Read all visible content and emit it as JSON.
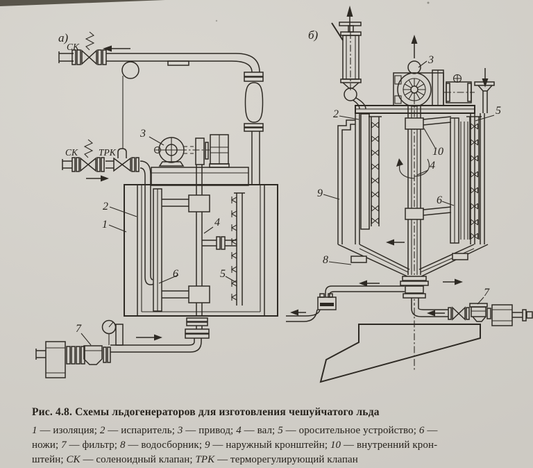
{
  "figure": {
    "title": "Рис. 4.8. Схемы льдогенераторов для изготовления чешуйчатого льда",
    "legend_lines": [
      [
        {
          "t": "1",
          "i": 1
        },
        {
          "t": " — изоляция; "
        },
        {
          "t": "2",
          "i": 1
        },
        {
          "t": " — испаритель; "
        },
        {
          "t": "3",
          "i": 1
        },
        {
          "t": " — привод; "
        },
        {
          "t": "4",
          "i": 1
        },
        {
          "t": " — вал; "
        },
        {
          "t": "5",
          "i": 1
        },
        {
          "t": " — оросительное устройство; "
        },
        {
          "t": "6",
          "i": 1
        },
        {
          "t": " —"
        }
      ],
      [
        {
          "t": "ножи; "
        },
        {
          "t": "7",
          "i": 1
        },
        {
          "t": " — фильтр; "
        },
        {
          "t": "8",
          "i": 1
        },
        {
          "t": " — водосборник; "
        },
        {
          "t": "9",
          "i": 1
        },
        {
          "t": " — наружный кронштейн; "
        },
        {
          "t": "10",
          "i": 1
        },
        {
          "t": " — внутренний крон-"
        }
      ],
      [
        {
          "t": "штейн; "
        },
        {
          "t": "СК",
          "i": 1
        },
        {
          "t": " — соленоидный клапан; "
        },
        {
          "t": "ТРК",
          "i": 1
        },
        {
          "t": " — терморегулирующий клапан"
        }
      ]
    ]
  },
  "diagram_a": {
    "panel": "а)",
    "valve_top": "СК",
    "valve_mid": "СК",
    "valve_trk": "ТРК",
    "callouts": {
      "c1": "1",
      "c2": "2",
      "c3": "3",
      "c4": "4",
      "c5": "5",
      "c6": "6",
      "c7": "7"
    }
  },
  "diagram_b": {
    "panel": "б)",
    "callouts": {
      "c2": "2",
      "c3": "3",
      "c4": "4",
      "c5": "5",
      "c6": "6",
      "c7": "7",
      "c8": "8",
      "c9": "9",
      "c10": "10"
    }
  },
  "colors": {
    "paper": "#d5d2cb",
    "ink": "#2e2a24"
  }
}
